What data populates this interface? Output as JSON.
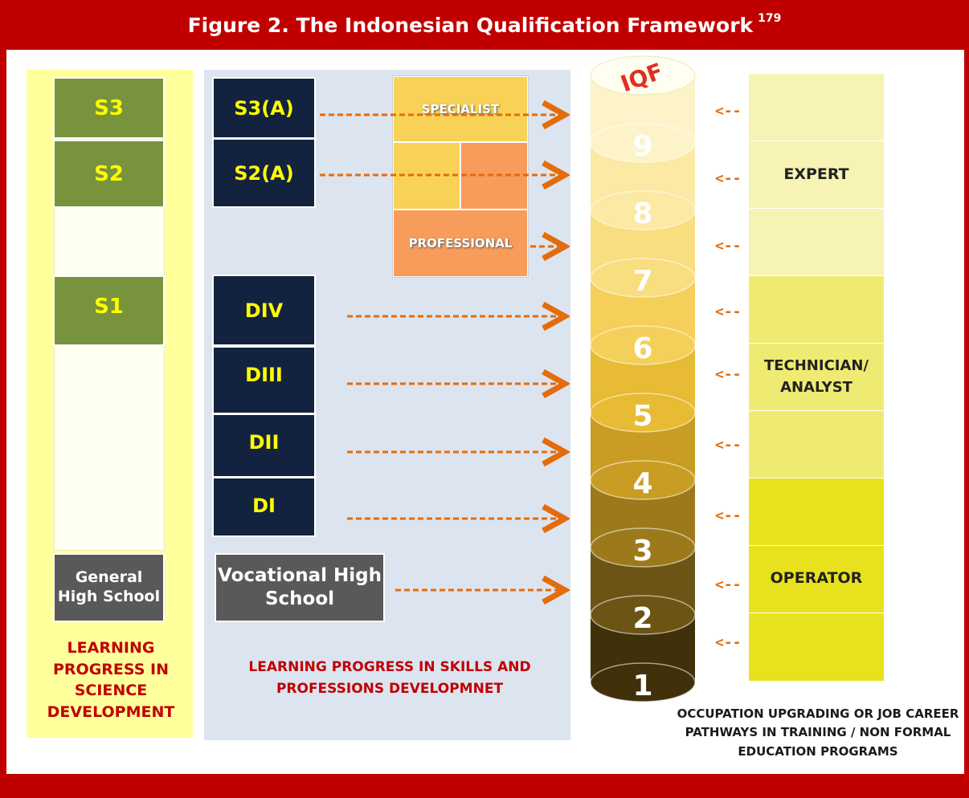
{
  "figure": {
    "title": "Figure 2. The Indonesian Qualification Framework",
    "title_ref": "179"
  },
  "science_column": {
    "boxes": [
      "S3",
      "S2",
      "S1"
    ],
    "base": "General High School",
    "caption": "LEARNING PROGRESS IN SCIENCE DEVELOPMENT"
  },
  "skills_column": {
    "boxes": [
      "S3(A)",
      "S2(A)",
      "DIV",
      "DIII",
      "DII",
      "DI"
    ],
    "base": "Vocational High School",
    "caption": "LEARNING PROGRESS IN  SKILLS AND PROFESSIONS DEVELOPMNET"
  },
  "professional_group": {
    "specialist_label": "SPECIALIST",
    "professional_label": "PROFESSIONAL"
  },
  "iqf_cylinder": {
    "label": "IQF",
    "levels": [
      "9",
      "8",
      "7",
      "6",
      "5",
      "4",
      "3",
      "2",
      "1"
    ]
  },
  "occupation_column": {
    "arrow_glyph": "<--",
    "categories": [
      "EXPERT",
      "TECHNICIAN/ ANALYST",
      "OPERATOR"
    ],
    "caption": "OCCUPATION UPGRADING OR JOB CAREER PATHWAYS IN TRAINING / NON FORMAL  EDUCATION PROGRAMS"
  },
  "colors": {
    "frame": "#c00000",
    "science_bg": "#ffff9c",
    "skills_bg": "#dce4f0",
    "science_box": "#77933c",
    "skills_box": "#13233f",
    "arrow": "#e46c0a"
  }
}
